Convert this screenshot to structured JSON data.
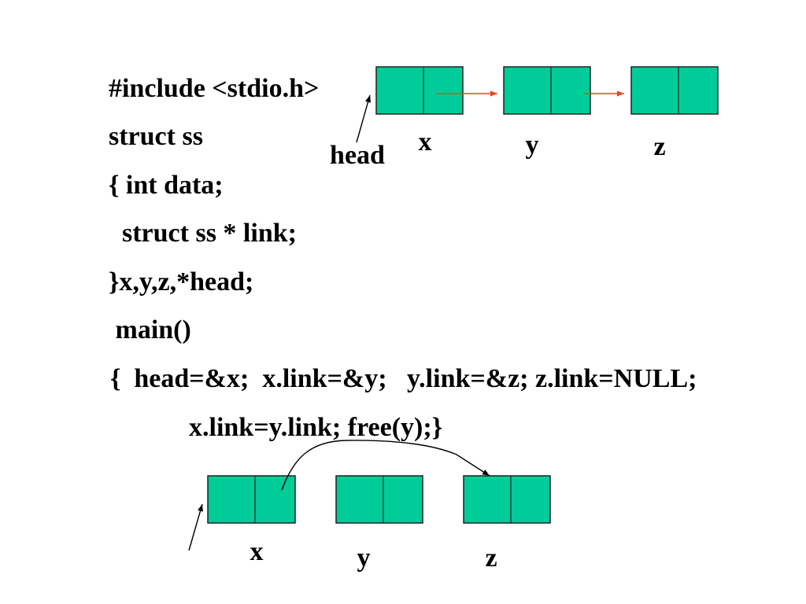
{
  "code_lines": [
    "#include <stdio.h>",
    "struct ss",
    "{ int data;",
    "  struct ss * link;",
    "}x,y,z,*head;",
    " main()",
    "{  head=&x;  x.link=&y;   y.link=&z; z.link=NULL;",
    "x.link=y.link; free(y);}"
  ],
  "diagram_top": {
    "node_labels": [
      "x",
      "y",
      "z"
    ],
    "pointer_label": "head"
  },
  "diagram_bottom": {
    "node_labels": [
      "x",
      "y",
      "z"
    ]
  },
  "colors": {
    "background": "#FFFFFF",
    "node_fill": "#00CC99",
    "node_border": "#222222",
    "link_arrow": "#E8461E",
    "pointer_arrow": "#000000",
    "text": "#000000"
  }
}
